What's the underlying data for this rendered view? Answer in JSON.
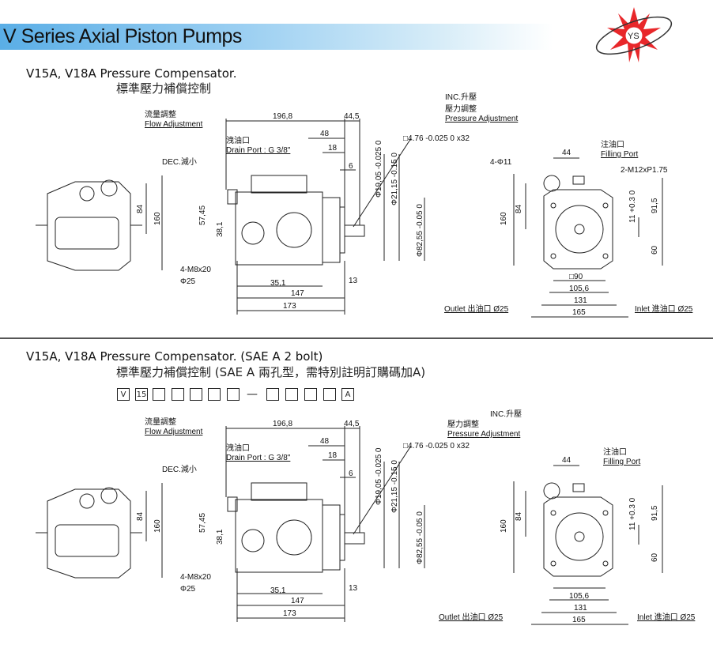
{
  "header": {
    "title": "V Series Axial Piston Pumps",
    "logo_text": "YS"
  },
  "section1": {
    "title": "V15A, V18A Pressure Compensator.",
    "subtitle": "標準壓力補償控制"
  },
  "section2": {
    "title": "V15A, V18A Pressure Compensator. (SAE A 2 bolt)",
    "subtitle": "標準壓力補償控制 (SAE A 兩孔型，需特別註明訂購碼加A)",
    "code_boxes": [
      "V",
      "15",
      "",
      "",
      "",
      "",
      "",
      "—",
      "",
      "",
      "",
      "",
      "A"
    ]
  },
  "labels": {
    "flow_adj_cn": "流量調整",
    "flow_adj_en": "Flow Adjustment",
    "dec": "DEC.減小",
    "inc": "INC.升壓",
    "drain_cn": "洩油口",
    "drain_en": "Drain Port : G 3/8\"",
    "press_adj_cn": "壓力調整",
    "press_adj_en": "Pressure Adjustment",
    "fill_cn": "注油口",
    "fill_en": "Filling Port",
    "key": "□4.76 -0.025 0 x32",
    "d19": "Φ19,05 -0.025 0",
    "d21": "Φ21,15 -0.15 0",
    "d82": "Φ82,55 -0.05 0",
    "m8": "4-M8x20",
    "phi25": "Φ25",
    "hole11": "4-Φ11",
    "m12": "2-M12xP1.75",
    "outlet": "Outlet 出油口 Ø25",
    "inlet": "Inlet 進油口 Ø25"
  },
  "dims": {
    "d196_8": "196,8",
    "d44_5": "44,5",
    "d48": "48",
    "d18": "18",
    "d6": "6",
    "d57_45": "57,45",
    "d38_1": "38,1",
    "d84": "84",
    "d160": "160",
    "d35_1": "35,1",
    "d147": "147",
    "d13": "13",
    "d173": "173",
    "d44": "44",
    "d91_5": "91,5",
    "d11": "11 +0.3 0",
    "d60": "60",
    "sq90": "□90",
    "d105_6": "105,6",
    "d131": "131",
    "d165": "165"
  },
  "colors": {
    "banner": "#5aaee6",
    "logo_red": "#e8272a"
  }
}
